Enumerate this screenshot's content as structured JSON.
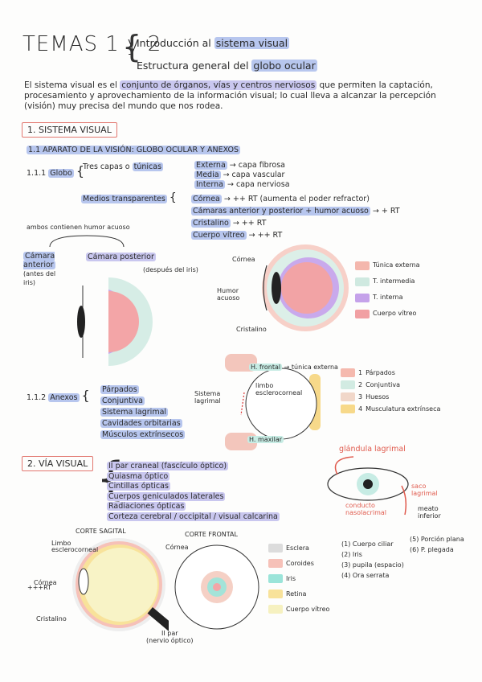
{
  "title": {
    "temas": "TEMAS 1 y 2",
    "line1_pre": "Introducción al ",
    "line1_hl": "sistema visual",
    "line2_pre": "Estructura general del ",
    "line2_hl": "globo ocular"
  },
  "intro": {
    "p1": "El sistema visual es el ",
    "p1_hl": "conjunto de órganos, vías y centros nerviosos",
    "p2": " que permiten la captación, procesamiento y aprovechamiento de la información visual; lo cual lleva a alcanzar la percepción (visión) muy precisa del mundo que nos rodea."
  },
  "s1": {
    "heading": "1. SISTEMA VISUAL",
    "sub11": "1.1 APARATO DE LA VISIÓN: GLOBO OCULAR Y ANEXOS",
    "globo_num": "1.1.1",
    "globo_label": "Globo",
    "tres_capas": "Tres capas o",
    "tunicas": "túnicas",
    "capas": [
      {
        "name": "Externa",
        "desc": "→ capa fibrosa"
      },
      {
        "name": "Media",
        "desc": "→ capa vascular"
      },
      {
        "name": "Interna",
        "desc": "→ capa nerviosa"
      }
    ],
    "medios_label": "Medios transparentes",
    "medios": [
      {
        "name": "Córnea",
        "desc": "→ ++ RT (aumenta el poder refractor)"
      },
      {
        "name": "Cámaras anterior y posterior + humor acuoso",
        "desc": "→ + RT"
      },
      {
        "name": "Cristalino",
        "desc": "→ ++ RT"
      },
      {
        "name": "Cuerpo vítreo",
        "desc": "→ ++ RT"
      }
    ],
    "ambos": "ambos contienen humor acuoso",
    "camara_ant": "Cámara anterior",
    "camara_ant_note": "(antes del iris)",
    "camara_post": "Cámara posterior",
    "camara_post_note": "(después del iris)",
    "eye_labels": {
      "cornea": "Córnea",
      "humor": "Humor acuoso",
      "cristalino": "Cristalino"
    },
    "legend1": [
      {
        "label": "Túnica externa",
        "color": "#f4b7ad"
      },
      {
        "label": "T. intermedia",
        "color": "#cfe9e0"
      },
      {
        "label": "T. interna",
        "color": "#c5a2ea"
      },
      {
        "label": "Cuerpo vítreo",
        "color": "#f1a0a3"
      }
    ],
    "anexos_num": "1.1.2",
    "anexos_label": "Anexos",
    "anexos_items": [
      "Párpados",
      "Conjuntiva",
      "Sistema lagrimal",
      "Cavidades orbitarias",
      "Músculos extrínsecos"
    ],
    "orbit_labels": {
      "sup": "H. frontal",
      "sup2": "→ túnica externa",
      "inf": "H. maxilar",
      "sist": "Sistema lagrimal",
      "limbo": "limbo esclerocorneal"
    },
    "legend2": [
      {
        "num": "1",
        "label": "Párpados",
        "color": "#f5b9ae"
      },
      {
        "num": "2",
        "label": "Conjuntiva",
        "color": "#d2ebe2"
      },
      {
        "num": "3",
        "label": "Huesos",
        "color": "#f1d7c9"
      },
      {
        "num": "4",
        "label": "Musculatura extrínseca",
        "color": "#f7d98a"
      }
    ]
  },
  "s2": {
    "heading": "2. VÍA VISUAL",
    "items": [
      "II par craneal (fascículo óptico)",
      "Quiasma óptico",
      "Cintillas ópticas",
      "Cuerpos geniculados laterales",
      "Radiaciones ópticas",
      "Corteza cerebral / occipital / visual calcarina"
    ],
    "lacrimal": {
      "glandula": "glándula lagrimal",
      "saco": "saco lagrimal",
      "conducto": "conducto nasolacrimal",
      "meato": "meato inferior"
    },
    "corte_sagital": "CORTE SAGITAL",
    "corte_frontal": "CORTE FRONTAL",
    "sag_labels": {
      "limbo": "Limbo esclerocorneal",
      "cornea": "Córnea",
      "rt": "+++RT",
      "cristalino": "Cristalino",
      "npar": "II par",
      "npar2": "(nervio óptico)"
    },
    "front_cornea": "Córnea",
    "legend3": [
      {
        "label": "Esclera",
        "color": "#dcdcdc"
      },
      {
        "label": "Coroides",
        "color": "#f6c1b8"
      },
      {
        "label": "Iris",
        "color": "#9be4d9"
      },
      {
        "label": "Retina",
        "color": "#f8e29a"
      },
      {
        "label": "Cuerpo vítreo",
        "color": "#f6f1c0"
      }
    ],
    "numbered": [
      {
        "n": "1",
        "t": "Cuerpo ciliar"
      },
      {
        "n": "2",
        "t": "Iris"
      },
      {
        "n": "3",
        "t": "pupila (espacio)"
      },
      {
        "n": "4",
        "t": "Ora serrata"
      }
    ],
    "numbered2": [
      {
        "n": "5",
        "t": "Porción plana"
      },
      {
        "n": "6",
        "t": "P. plegada"
      }
    ]
  }
}
